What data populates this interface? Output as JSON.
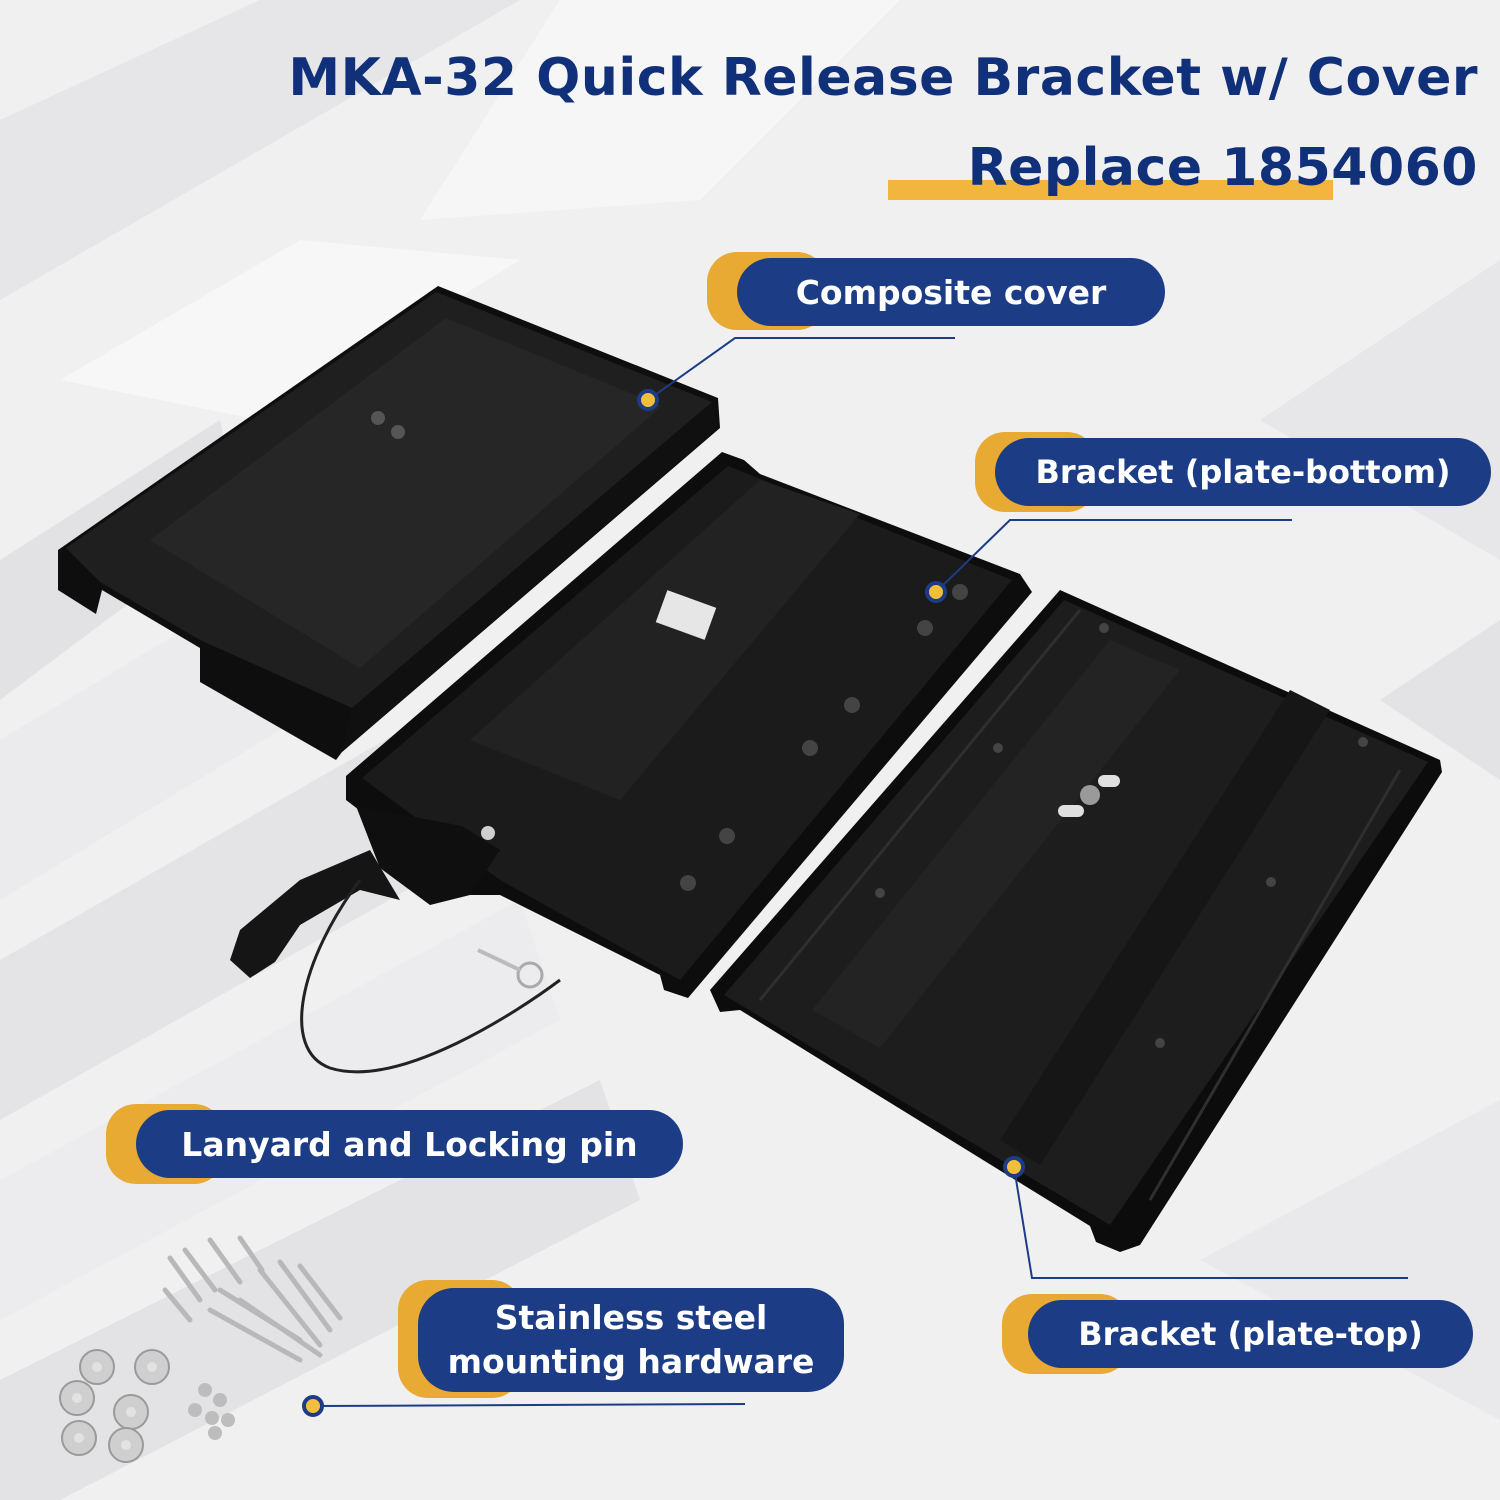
{
  "title": {
    "line1": "MKA-32 Quick Release Bracket w/ Cover",
    "line2": "Replace 1854060"
  },
  "callouts": {
    "composite_cover": "Composite cover",
    "bracket_plate_bottom": "Bracket (plate-bottom)",
    "lanyard_locking_pin": "Lanyard and Locking pin",
    "hardware_line1": "Stainless steel",
    "hardware_line2": "mounting hardware",
    "bracket_plate_top": "Bracket (plate-top)"
  },
  "colors": {
    "title_text": "#11307a",
    "pill_fill": "#1c3d86",
    "pill_accent": "#e8aa33",
    "marker_dot": "#f1bf3a",
    "product_black": "#141414",
    "background": "#f2f2f3"
  }
}
